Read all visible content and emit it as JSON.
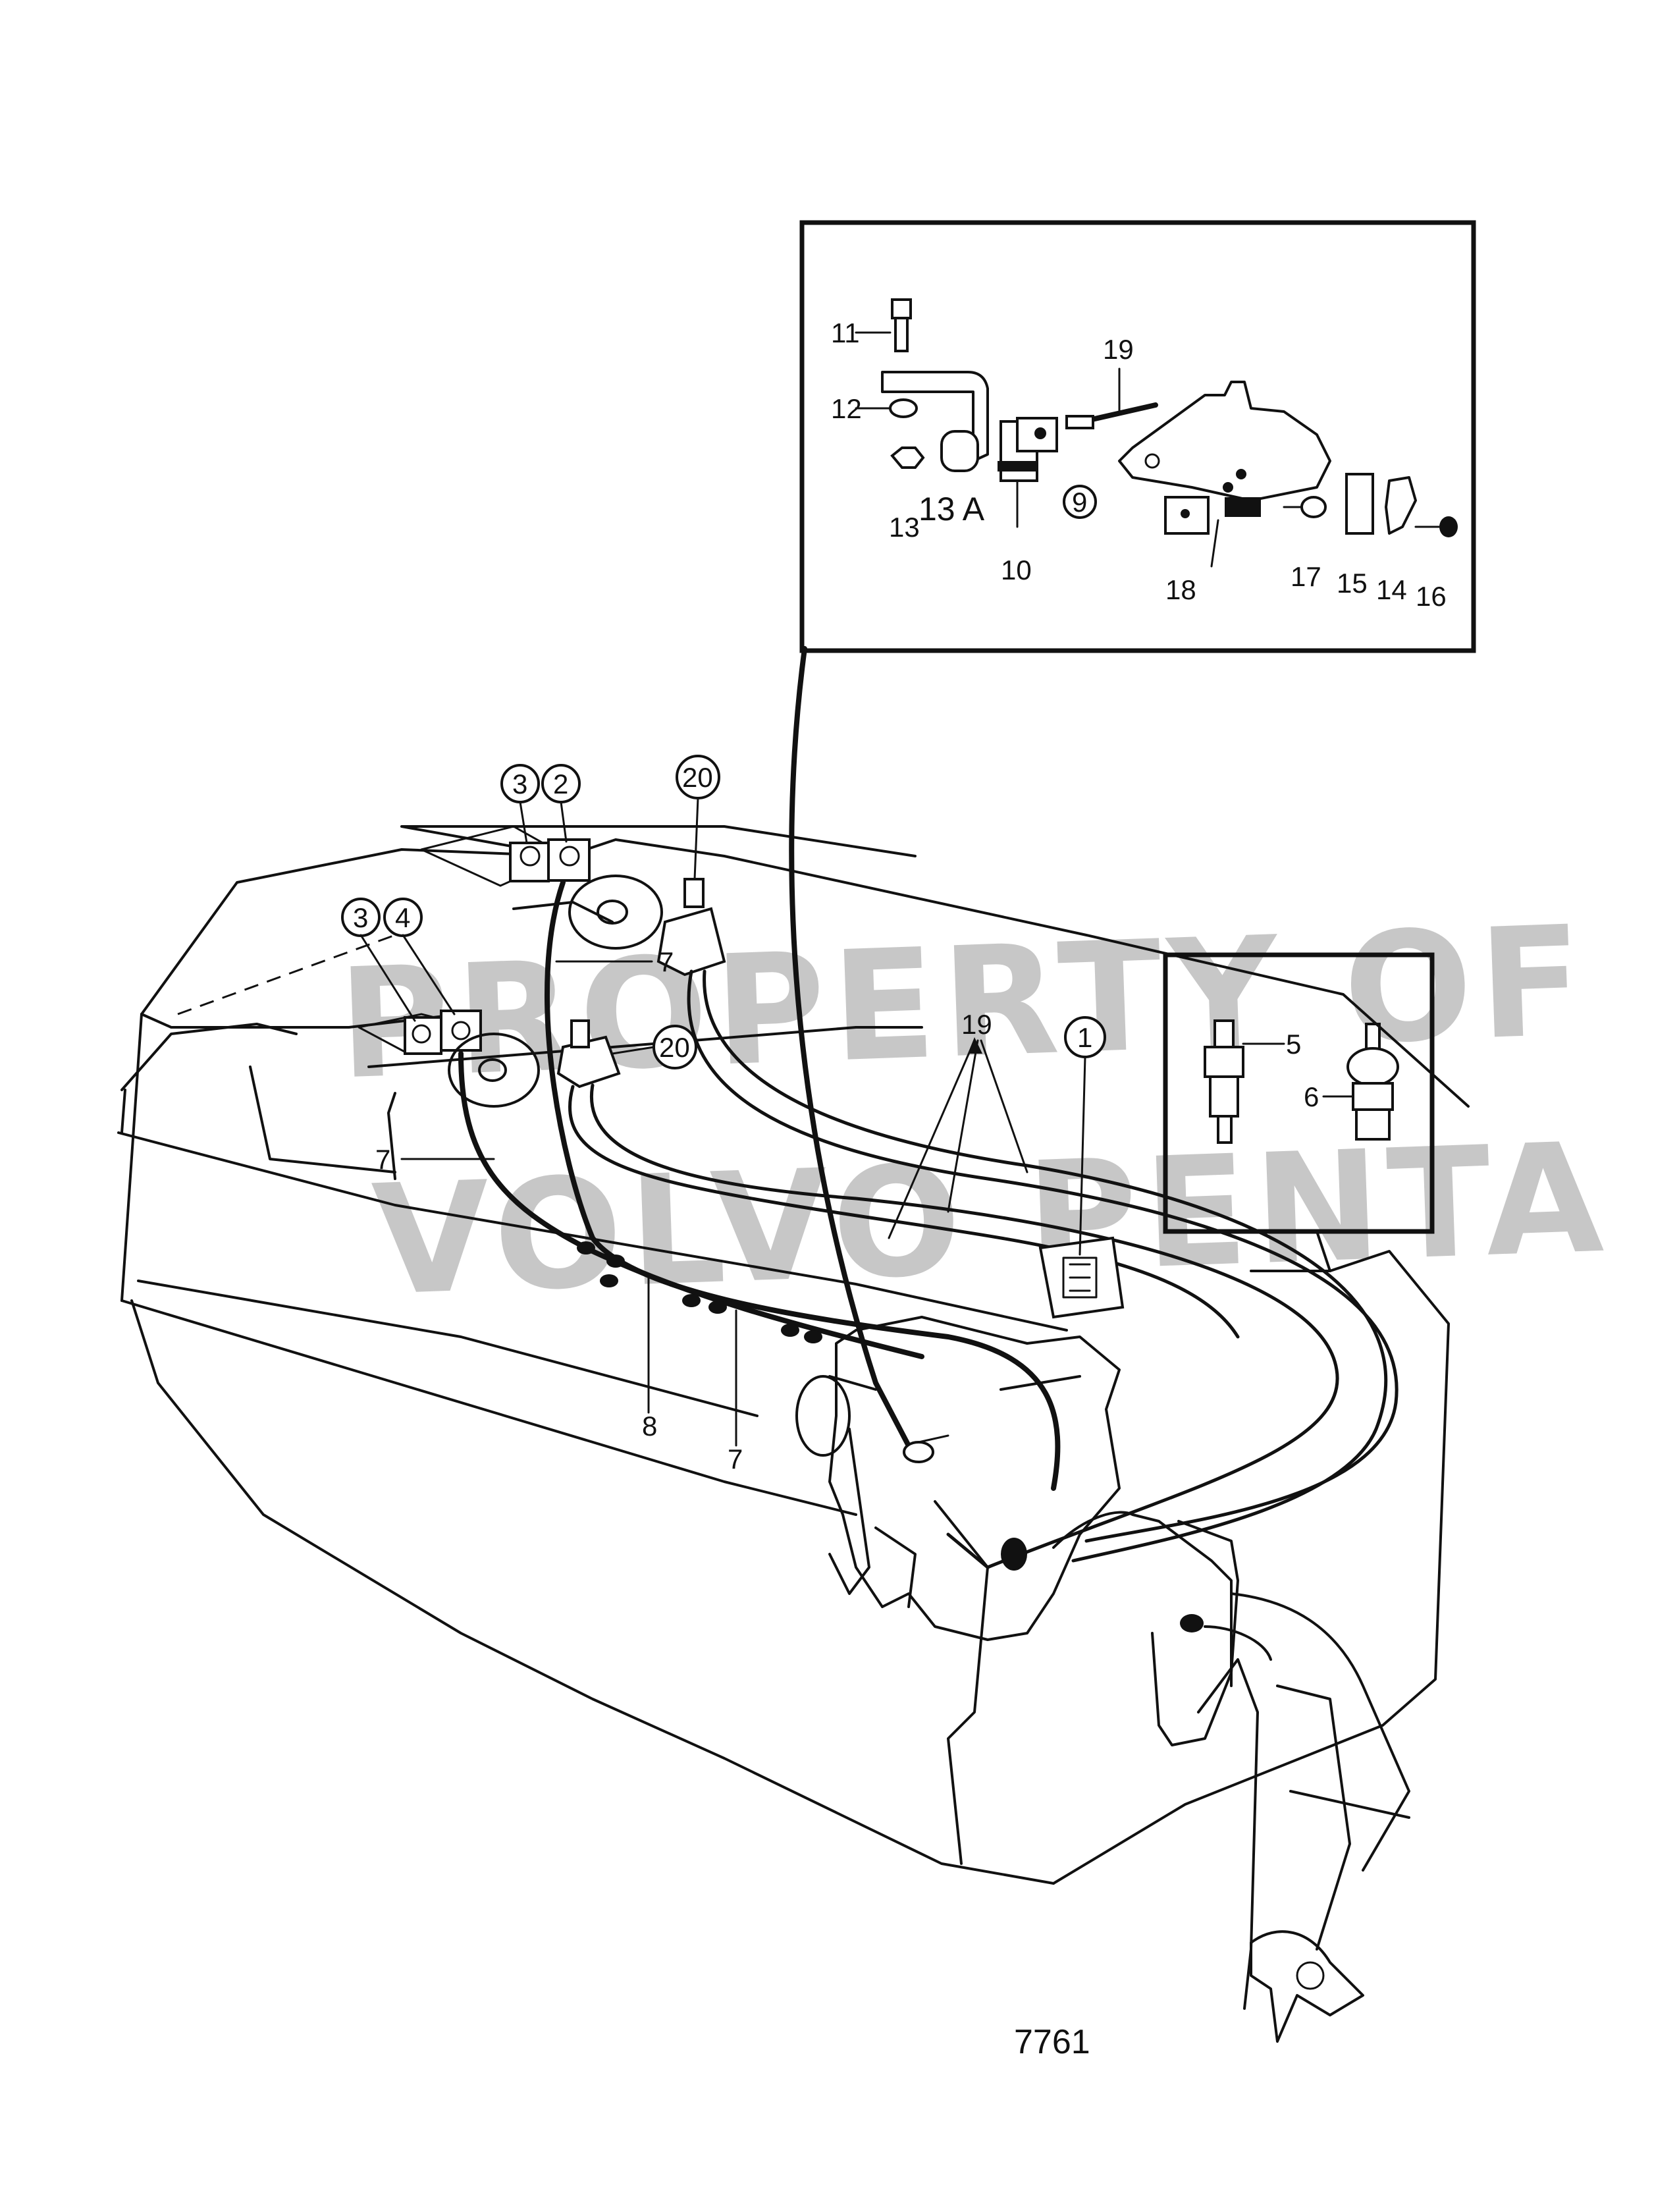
{
  "watermark": {
    "line1": "PROPERTY OF",
    "line2": "VOLVO PENTA"
  },
  "figure_number": "7761",
  "callouts": {
    "p1": "1",
    "p2": "2",
    "p3a": "3",
    "p3b": "3",
    "p4": "4",
    "p5": "5",
    "p6": "6",
    "p7a": "7",
    "p7b": "7",
    "p7c": "7",
    "p8": "8",
    "p9": "9",
    "p10": "10",
    "p11": "11",
    "p12": "12",
    "p13": "13",
    "p13a": "13 A",
    "p14": "14",
    "p15": "15",
    "p16": "16",
    "p17": "17",
    "p18": "18",
    "p19a": "19",
    "p19b": "19",
    "p20a": "20",
    "p20b": "20"
  }
}
